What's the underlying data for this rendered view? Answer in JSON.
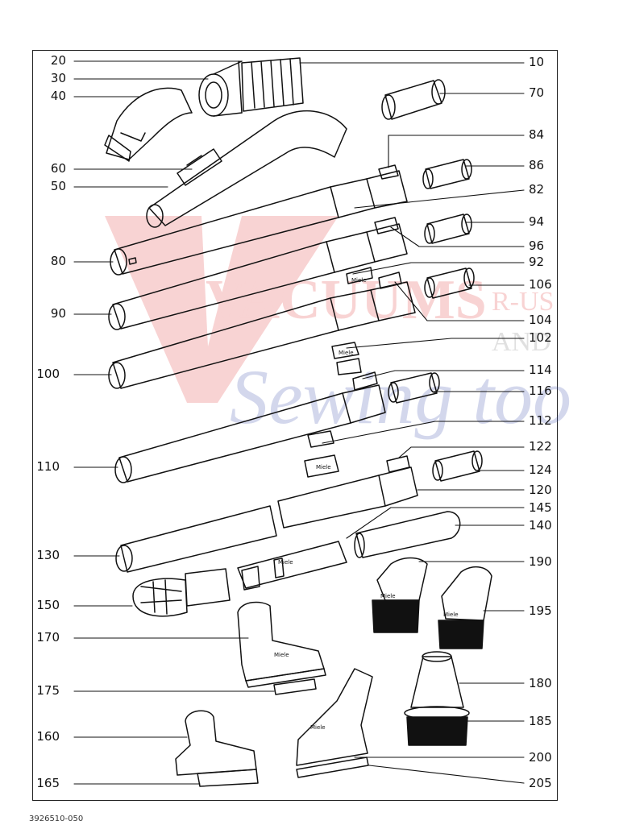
{
  "document_code": "3926510-050",
  "watermark": {
    "line1": "VACUUMS",
    "line2": "Sewing too",
    "side_top": "R-US",
    "side_bottom": "AND"
  },
  "brand_marks": [
    "Miele",
    "Miele",
    "Miele",
    "Miele",
    "Miele",
    "Miele",
    "Miele",
    "Miele"
  ],
  "callouts_left": [
    "20",
    "30",
    "40",
    "60",
    "50",
    "80",
    "90",
    "100",
    "110",
    "130",
    "150",
    "170",
    "175",
    "160",
    "165"
  ],
  "callouts_right": [
    "10",
    "70",
    "84",
    "86",
    "82",
    "94",
    "96",
    "92",
    "106",
    "104",
    "102",
    "114",
    "116",
    "112",
    "122",
    "124",
    "120",
    "145",
    "140",
    "190",
    "195",
    "180",
    "185",
    "200",
    "205"
  ]
}
